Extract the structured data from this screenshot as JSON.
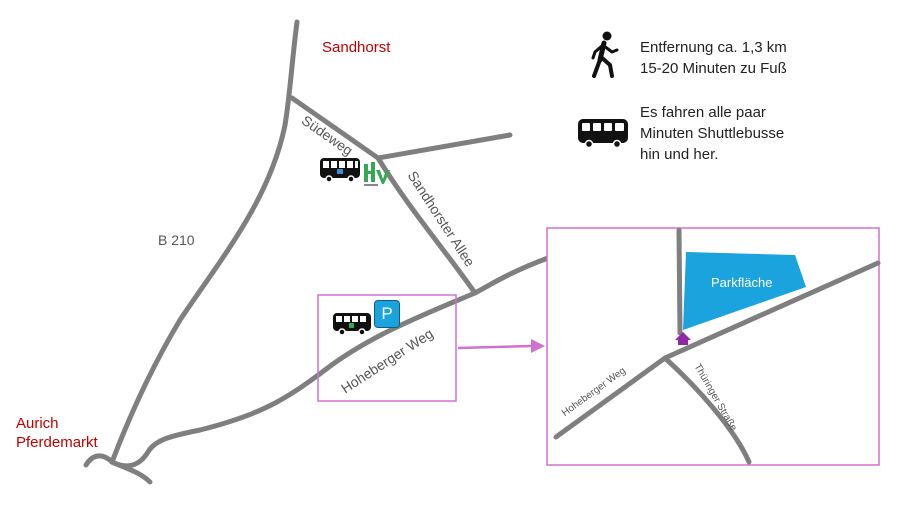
{
  "places": {
    "sandhorst": "Sandhorst",
    "aurich_line1": "Aurich",
    "aurich_line2": "Pferdemarkt"
  },
  "roads": {
    "suedeweg": "Südeweg",
    "sandhorster_allee": "Sandhorster Allee",
    "b210": "B 210",
    "hoheberger_weg": "Hoheberger Weg"
  },
  "info": {
    "walk_line1": "Entfernung ca. 1,3 km",
    "walk_line2": "15-20 Minuten zu Fuß",
    "bus_line1": "Es fahren alle paar",
    "bus_line2": "Minuten Shuttlebusse",
    "bus_line3": "hin und her."
  },
  "inset": {
    "parking_label": "Parkfläche",
    "hoheberger_weg": "Hoheberger Weg",
    "thueringer_strasse": "Thüringer Straße"
  },
  "parking_sign": "P",
  "colors": {
    "road": "#7f7f7f",
    "place_text": "#c00000",
    "frame": "#d070d0",
    "arrow": "#d070d0",
    "parking_area": "#1aa3dc",
    "entrance_marker": "#8e2aa3",
    "logo_green": "#34a853"
  },
  "icons": [
    "walking-person-icon",
    "bus-icon",
    "parking-sign-icon",
    "logo-icon",
    "entrance-marker-icon",
    "arrow-icon"
  ]
}
